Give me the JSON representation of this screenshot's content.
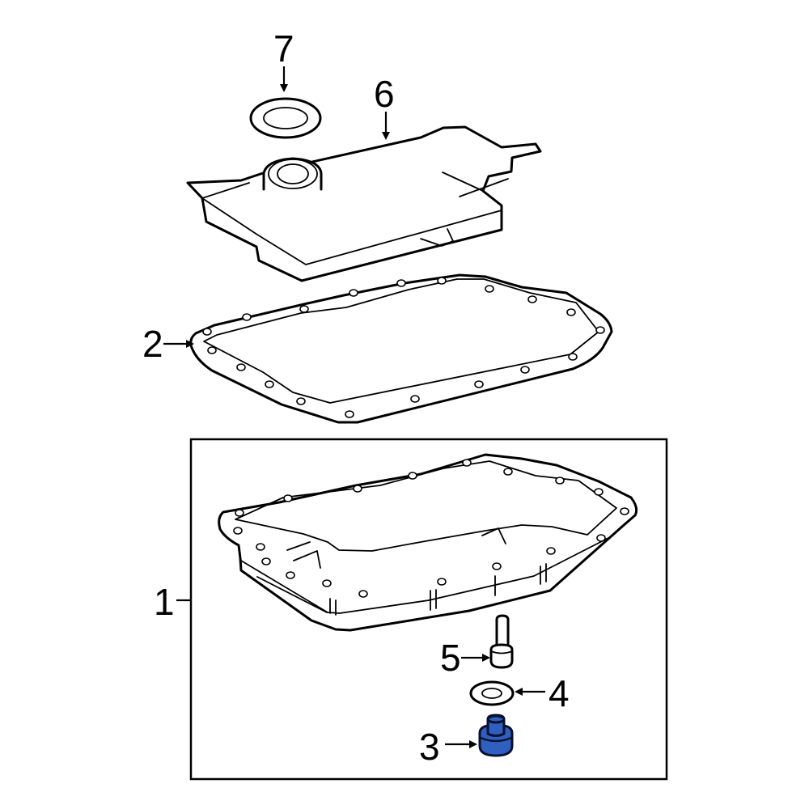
{
  "diagram": {
    "title": "Transmission pan assembly exploded view",
    "highlight_color": "#2f5fbf",
    "callouts": [
      {
        "number": "1",
        "part": "oil-pan",
        "label": "1"
      },
      {
        "number": "2",
        "part": "pan-gasket",
        "label": "2"
      },
      {
        "number": "3",
        "part": "drain-plug",
        "label": "3",
        "highlighted": true
      },
      {
        "number": "4",
        "part": "drain-plug-washer",
        "label": "4"
      },
      {
        "number": "5",
        "part": "pan-bolt",
        "label": "5"
      },
      {
        "number": "6",
        "part": "filter",
        "label": "6"
      },
      {
        "number": "7",
        "part": "filter-seal",
        "label": "7"
      }
    ]
  }
}
